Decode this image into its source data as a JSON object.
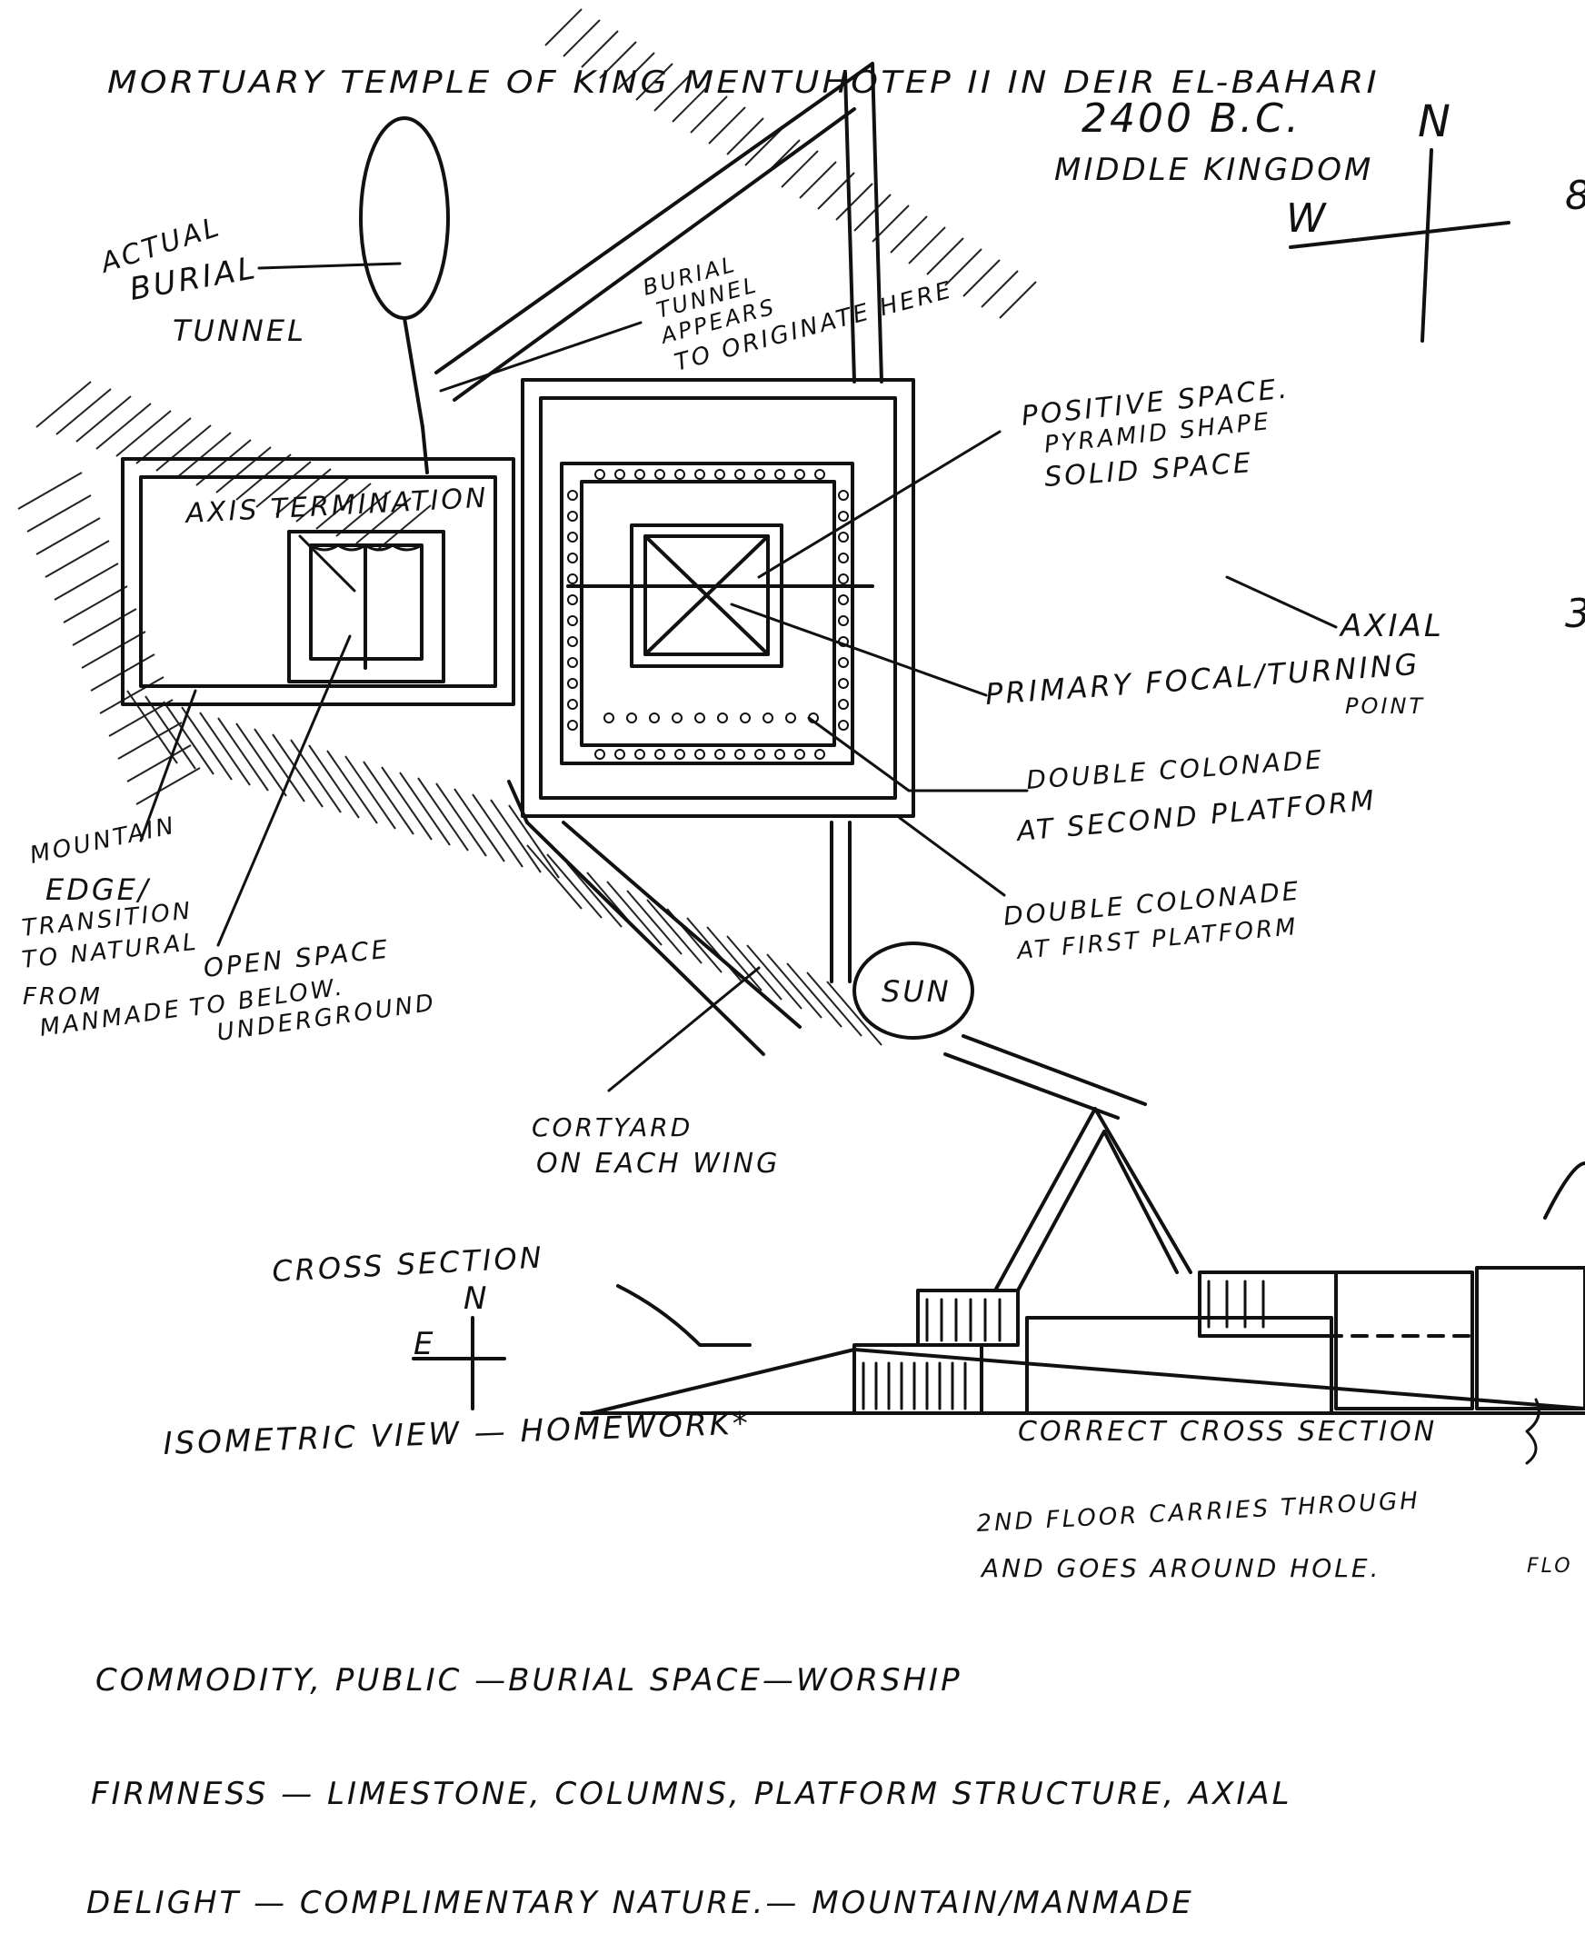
{
  "title": {
    "line1": "MORTUARY TEMPLE OF KING MENTUHOTEP II IN DEIR EL-BAHARI",
    "line2": "2400 B.C.",
    "line3": "MIDDLE KINGDOM"
  },
  "compass_main": {
    "north": "N",
    "west": "W"
  },
  "compass_small": {
    "north": "N",
    "east": "E"
  },
  "labels": {
    "actual_burial_tunnel": [
      "ACTUAL",
      "BURIAL",
      "TUNNEL"
    ],
    "burial_tunnel_origin": [
      "BURIAL",
      "TUNNEL",
      "APPEARS",
      "TO ORIGINATE HERE"
    ],
    "positive_space": [
      "POSITIVE SPACE.",
      "PYRAMID SHAPE",
      "SOLID SPACE"
    ],
    "axis_termination": "AXIS TERMINATION",
    "axial": "AXIAL",
    "primary_focal": [
      "PRIMARY FOCAL/TURNING",
      "POINT"
    ],
    "double_colonnade_second": [
      "DOUBLE COLONADE",
      "AT SECOND PLATFORM"
    ],
    "double_colonnade_first": [
      "DOUBLE COLONADE",
      "AT FIRST PLATFORM"
    ],
    "mountain_edge": [
      "MOUNTAIN",
      "EDGE/",
      "TRANSITION",
      "TO NATURAL",
      "FROM",
      "MANMADE"
    ],
    "open_space": [
      "OPEN SPACE",
      "TO BELOW.",
      "UNDERGROUND"
    ],
    "sun": "SUN",
    "courtyard": [
      "CORTYARD",
      "ON EACH WING"
    ],
    "cross_section": "CROSS SECTION",
    "isometric_view": "ISOMETRIC VIEW — HOMEWORK*",
    "correct_cross_section": "CORRECT CROSS SECTION",
    "second_floor_note": [
      "2ND FLOOR CARRIES THROUGH",
      "AND GOES AROUND HOLE."
    ],
    "margin_fragment": "FLO"
  },
  "notes": {
    "commodity": "COMMODITY, PUBLIC —BURIAL SPACE—WORSHIP",
    "firmness": "FIRMNESS — LIMESTONE, COLUMNS, PLATFORM STRUCTURE, AXIAL",
    "delight": "DELIGHT — COMPLIMENTARY NATURE.— MOUNTAIN/MANMADE"
  },
  "margin_marks": [
    "8",
    "3"
  ],
  "ink_color": "#111111",
  "paper_color": "#ffffff"
}
